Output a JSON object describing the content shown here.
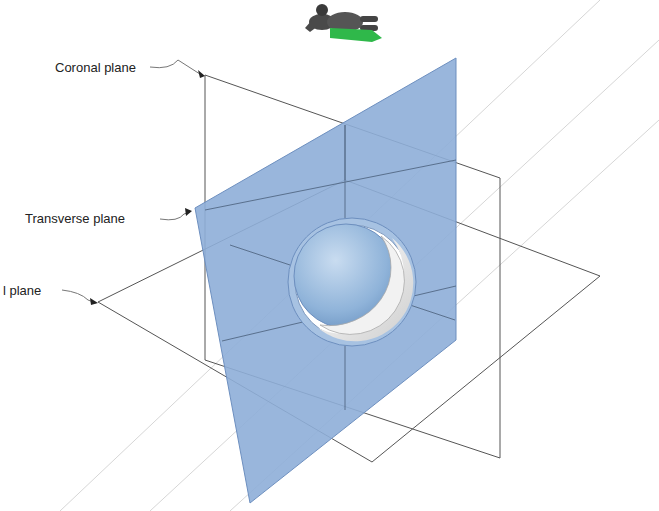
{
  "diagram": {
    "labels": [
      "Coronal plane",
      "Transverse plane",
      "l plane"
    ]
  }
}
